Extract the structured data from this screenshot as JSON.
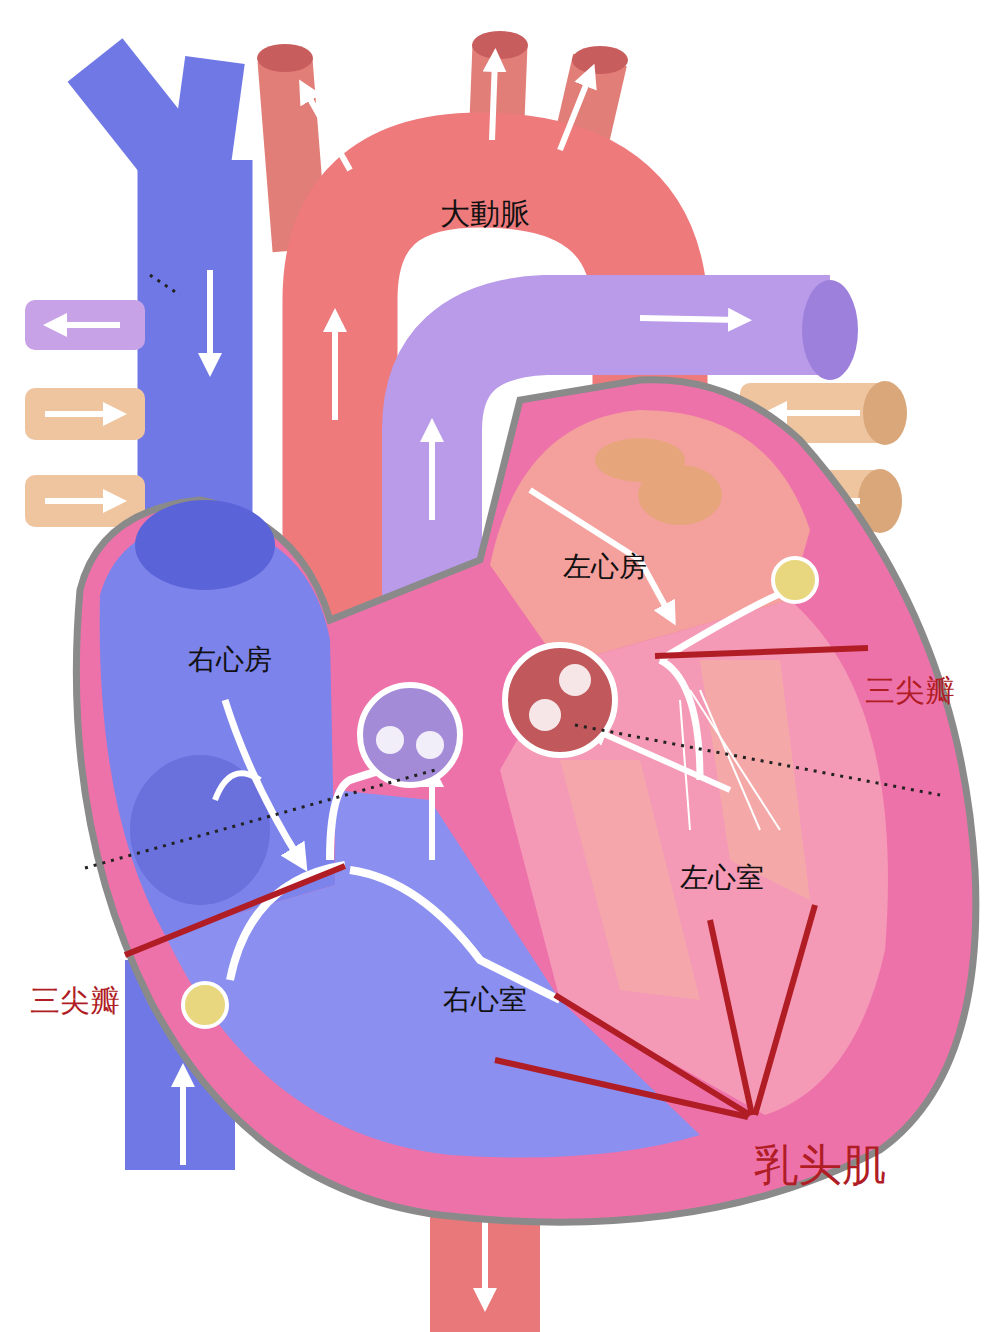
{
  "diagram": {
    "labels": [
      "大動脈",
      "左心房",
      "右心房",
      "三尖瓣",
      "左心室",
      "三尖瓣",
      "右心室",
      "乳头肌"
    ]
  }
}
